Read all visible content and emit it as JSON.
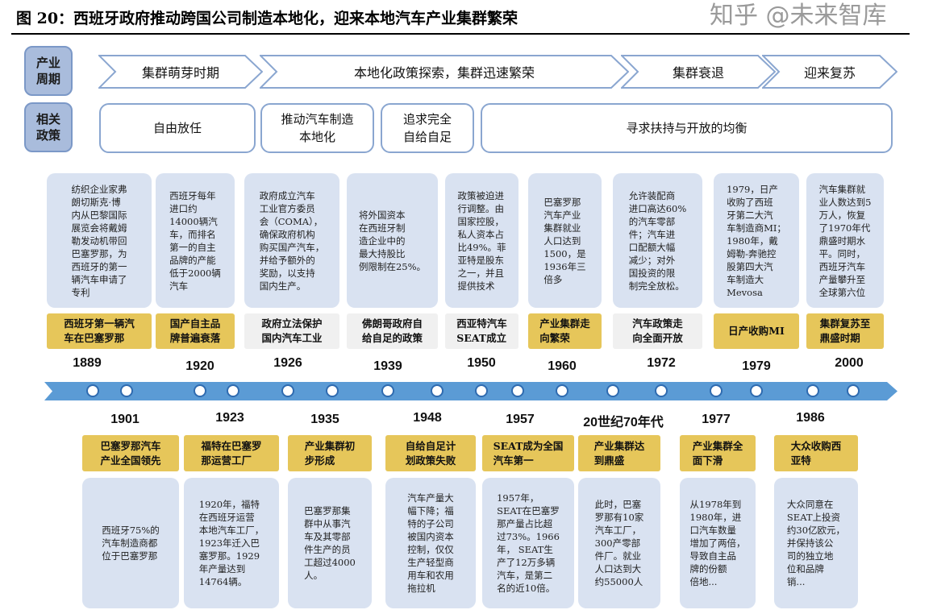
{
  "title": "图 20：西班牙政府推动跨国公司制造本地化，迎来本地汽车产业集群繁荣",
  "row_labels": {
    "cycle": "产业\n周期",
    "policy": "相关\n政策"
  },
  "cycles": [
    "集群萌芽时期",
    "本地化政策探索，集群迅速繁荣",
    "集群衰退",
    "迎来复苏"
  ],
  "policies": [
    "自由放任",
    "推动汽车制造\n本地化",
    "追求完全\n自给自足",
    "寻求扶持与开放的均衡"
  ],
  "colors": {
    "band": "#5b9bd5",
    "note_bg": "#d9e2f1",
    "tag_yellow": "#e6c65a",
    "tag_gray": "#f0f0f0",
    "label_bg": "#a9bcdc"
  },
  "upper_events": [
    {
      "year": "1889",
      "tag": "西班牙第一辆汽\n车在巴塞罗那",
      "tag_color": "yellow",
      "note": "纺织企业家弗\n朗切斯克·博\n内从巴黎国际\n展览会将戴姆\n勒发动机带回\n巴塞罗那，为\n西班牙的第一\n辆汽车申请了\n专利"
    },
    {
      "year": "1920",
      "tag": "国产自主品\n牌普遍衰落",
      "tag_color": "yellow",
      "note": "西班牙每年\n进口约\n14000辆汽\n车，而排名\n第一的自主\n品牌的产能\n低于2000辆\n汽车"
    },
    {
      "year": "1926",
      "tag": "政府立法保护\n国内汽车工业",
      "tag_color": "gray",
      "note": "政府成立汽车\n工业官方委员\n会（COMA），\n确保政府机构\n购买国产汽车，\n并给予额外的\n奖励，以支持\n国内生产。"
    },
    {
      "year": "1939",
      "tag": "佛朗哥政府自\n给自足的政策",
      "tag_color": "gray",
      "note": "将外国资本\n在西班牙制\n造企业中的\n最大持股比\n例限制在25%。"
    },
    {
      "year": "1950",
      "tag": "西亚特汽车\nSEAT成立",
      "tag_color": "gray",
      "note": "政策被迫进\n行调整。由\n国家控股，\n私人资本占\n比49%。菲\n亚特是股东\n之一，并且\n提供技术"
    },
    {
      "year": "1960",
      "tag": "产业集群走\n向繁荣",
      "tag_color": "yellow",
      "note": "巴塞罗那\n汽车产业\n集群就业\n人口达到\n1500，是\n1936年三\n倍多"
    },
    {
      "year": "1972",
      "tag": "汽车政策走\n向全面开放",
      "tag_color": "gray",
      "note": "允许装配商\n进口高达60%\n的汽车零部\n件；汽车进\n口配额大幅\n减少；对外\n国投资的限\n制完全放松。"
    },
    {
      "year": "1979",
      "tag": "日产收购MI",
      "tag_color": "yellow",
      "note": "1979，日产\n收购了西班\n牙第二大汽\n车制造商MI；\n1980年，戴\n姆勒-奔驰控\n股第四大汽\n车制造大\nMevosa"
    },
    {
      "year": "2000",
      "tag": "集群复苏至\n鼎盛时期",
      "tag_color": "yellow",
      "note": "汽车集群就\n业人数达到5\n万人，恢复\n了1970年代\n鼎盛时期水\n平。同时，\n西班牙汽车\n产量攀升至\n全球第六位"
    }
  ],
  "lower_events": [
    {
      "year": "1901",
      "tag": "巴塞罗那汽车\n产业全国领先",
      "note": "西班牙75%的\n汽车制造商都\n位于巴塞罗那"
    },
    {
      "year": "1923",
      "tag": "福特在巴塞罗\n那运营工厂",
      "note": "1920年，福特\n在西班牙运营\n本地汽车工厂，\n1923年迁入巴\n塞罗那。1929\n年产量达到\n14764辆。"
    },
    {
      "year": "1935",
      "tag": "产业集群初\n步形成",
      "note": "巴塞罗那集\n群中从事汽\n车及其零部\n件生产的员\n工超过4000\n人。"
    },
    {
      "year": "1948",
      "tag": "自给自足计\n划政策失败",
      "note": "汽车产量大\n幅下降；福\n特的子公司\n被国内资本\n控制，仅仅\n生产轻型商\n用车和农用\n拖拉机"
    },
    {
      "year": "1957",
      "tag": "SEAT成为全国\n汽车第一",
      "note": "1957年，\nSEAT在巴塞罗\n那产量占比超\n过73%。1966\n年， SEAT生\n产了12万多辆\n汽车，是第二\n名的近10倍。"
    },
    {
      "year": "20世纪70年代",
      "tag": "产业集群达\n到鼎盛",
      "note": "此时，巴塞\n罗那有10家\n汽车工厂，\n300产零部\n件厂。就业\n人口达到大\n约55000人"
    },
    {
      "year": "1977",
      "tag": "产业集群全\n面下滑",
      "note": "从1978年到\n1980年，进\n口汽车数量\n增加了两倍，\n导致自主品\n牌的份额\n倍地..."
    },
    {
      "year": "1986",
      "tag": "大众收购西\n亚特",
      "note": "大众同意在\nSEAT上投资\n约30亿欧元，\n并保持该公\n司的独立地\n位和品牌\n销..."
    }
  ],
  "watermark": "知乎 @未来智库"
}
